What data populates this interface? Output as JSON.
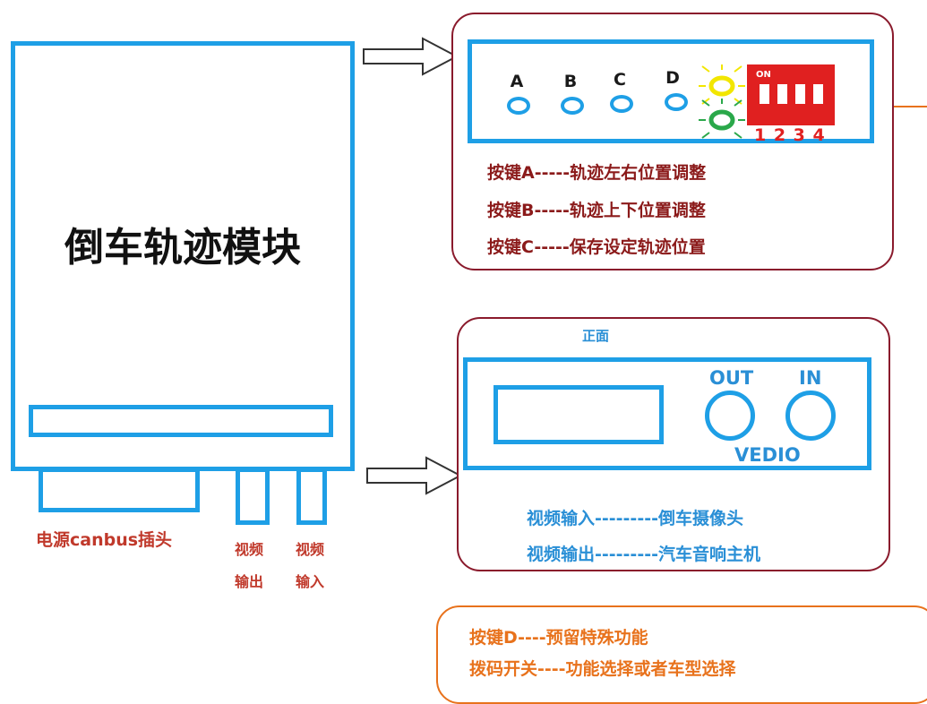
{
  "module": {
    "title": "倒车轨迹模块",
    "power_connector_label": "电源canbus插头",
    "video_out_label": [
      "视频",
      "输出"
    ],
    "video_in_label": [
      "视频",
      "输入"
    ]
  },
  "top_panel": {
    "keys": [
      "A",
      "B",
      "C",
      "D"
    ],
    "dip_switch": {
      "on_label": "ON",
      "numbers": "1 2 3 4"
    },
    "descriptions": [
      "按键A-----轨迹左右位置调整",
      "按键B-----轨迹上下位置调整",
      "按键C-----保存设定轨迹位置"
    ]
  },
  "front_panel": {
    "title": "正面",
    "out_label": "OUT",
    "in_label": "IN",
    "vedio_label": "VEDIO",
    "descriptions": [
      "视频输入---------倒车摄像头",
      "视频输出---------汽车音响主机"
    ]
  },
  "notes": {
    "lines": [
      "按键D----预留特殊功能",
      "拨码开关----功能选择或者车型选择"
    ]
  },
  "colors": {
    "box_blue": "#1e9fe6",
    "panel_border": "#8a1a2c",
    "dip_red": "#e02020",
    "led_yellow": "#f2e600",
    "led_green": "#2aa84a",
    "notes_orange": "#e8721c"
  }
}
